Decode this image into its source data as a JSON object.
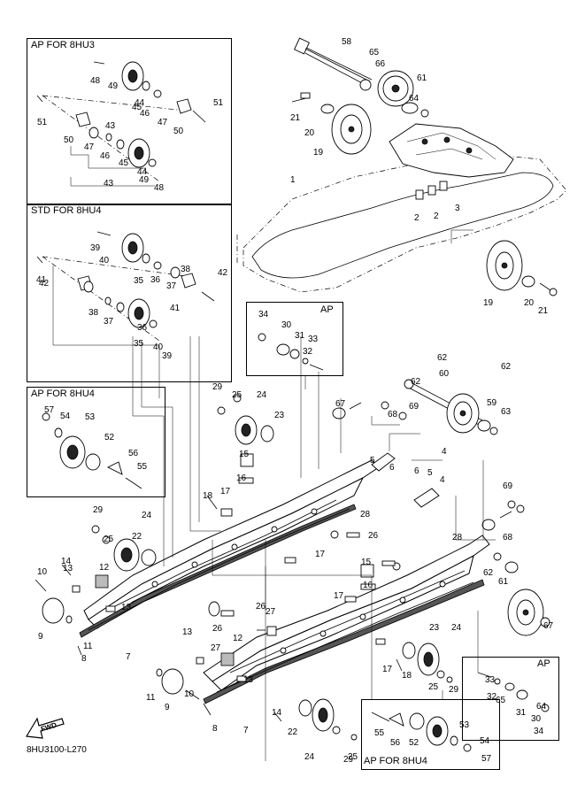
{
  "diagram_code": "8HU3100-L270",
  "fwd_label": "FWD",
  "boxes": {
    "ap_8hu3": "AP FOR 8HU3",
    "std_8hu4": "STD FOR 8HU4",
    "ap_8hu4_left": "AP FOR 8HU4",
    "ap_center": "AP",
    "ap_right": "AP",
    "ap_8hu4_bottom": "AP FOR 8HU4"
  },
  "part_numbers": [
    "1",
    "2",
    "2",
    "3",
    "4",
    "4",
    "5",
    "5",
    "6",
    "6",
    "7",
    "7",
    "8",
    "8",
    "9",
    "9",
    "10",
    "10",
    "11",
    "11",
    "12",
    "12",
    "13",
    "13",
    "13",
    "13",
    "14",
    "14",
    "15",
    "15",
    "16",
    "16",
    "17",
    "17",
    "17",
    "17",
    "18",
    "18",
    "19",
    "19",
    "20",
    "20",
    "21",
    "21",
    "22",
    "22",
    "23",
    "23",
    "24",
    "24",
    "24",
    "24",
    "25",
    "25",
    "25",
    "25",
    "26",
    "26",
    "26",
    "27",
    "27",
    "28",
    "28",
    "29",
    "29",
    "29",
    "29",
    "30",
    "30",
    "31",
    "31",
    "32",
    "32",
    "33",
    "33",
    "34",
    "34",
    "35",
    "35",
    "36",
    "36",
    "37",
    "37",
    "38",
    "38",
    "39",
    "39",
    "40",
    "40",
    "41",
    "41",
    "42",
    "42",
    "43",
    "43",
    "44",
    "44",
    "45",
    "45",
    "46",
    "46",
    "47",
    "47",
    "48",
    "48",
    "49",
    "49",
    "50",
    "50",
    "51",
    "51",
    "52",
    "52",
    "53",
    "53",
    "54",
    "54",
    "55",
    "55",
    "56",
    "56",
    "57",
    "57",
    "58",
    "59",
    "60",
    "61",
    "61",
    "62",
    "62",
    "62",
    "62",
    "63",
    "64",
    "64",
    "65",
    "65",
    "66",
    "67",
    "67",
    "68",
    "68",
    "69",
    "69"
  ]
}
